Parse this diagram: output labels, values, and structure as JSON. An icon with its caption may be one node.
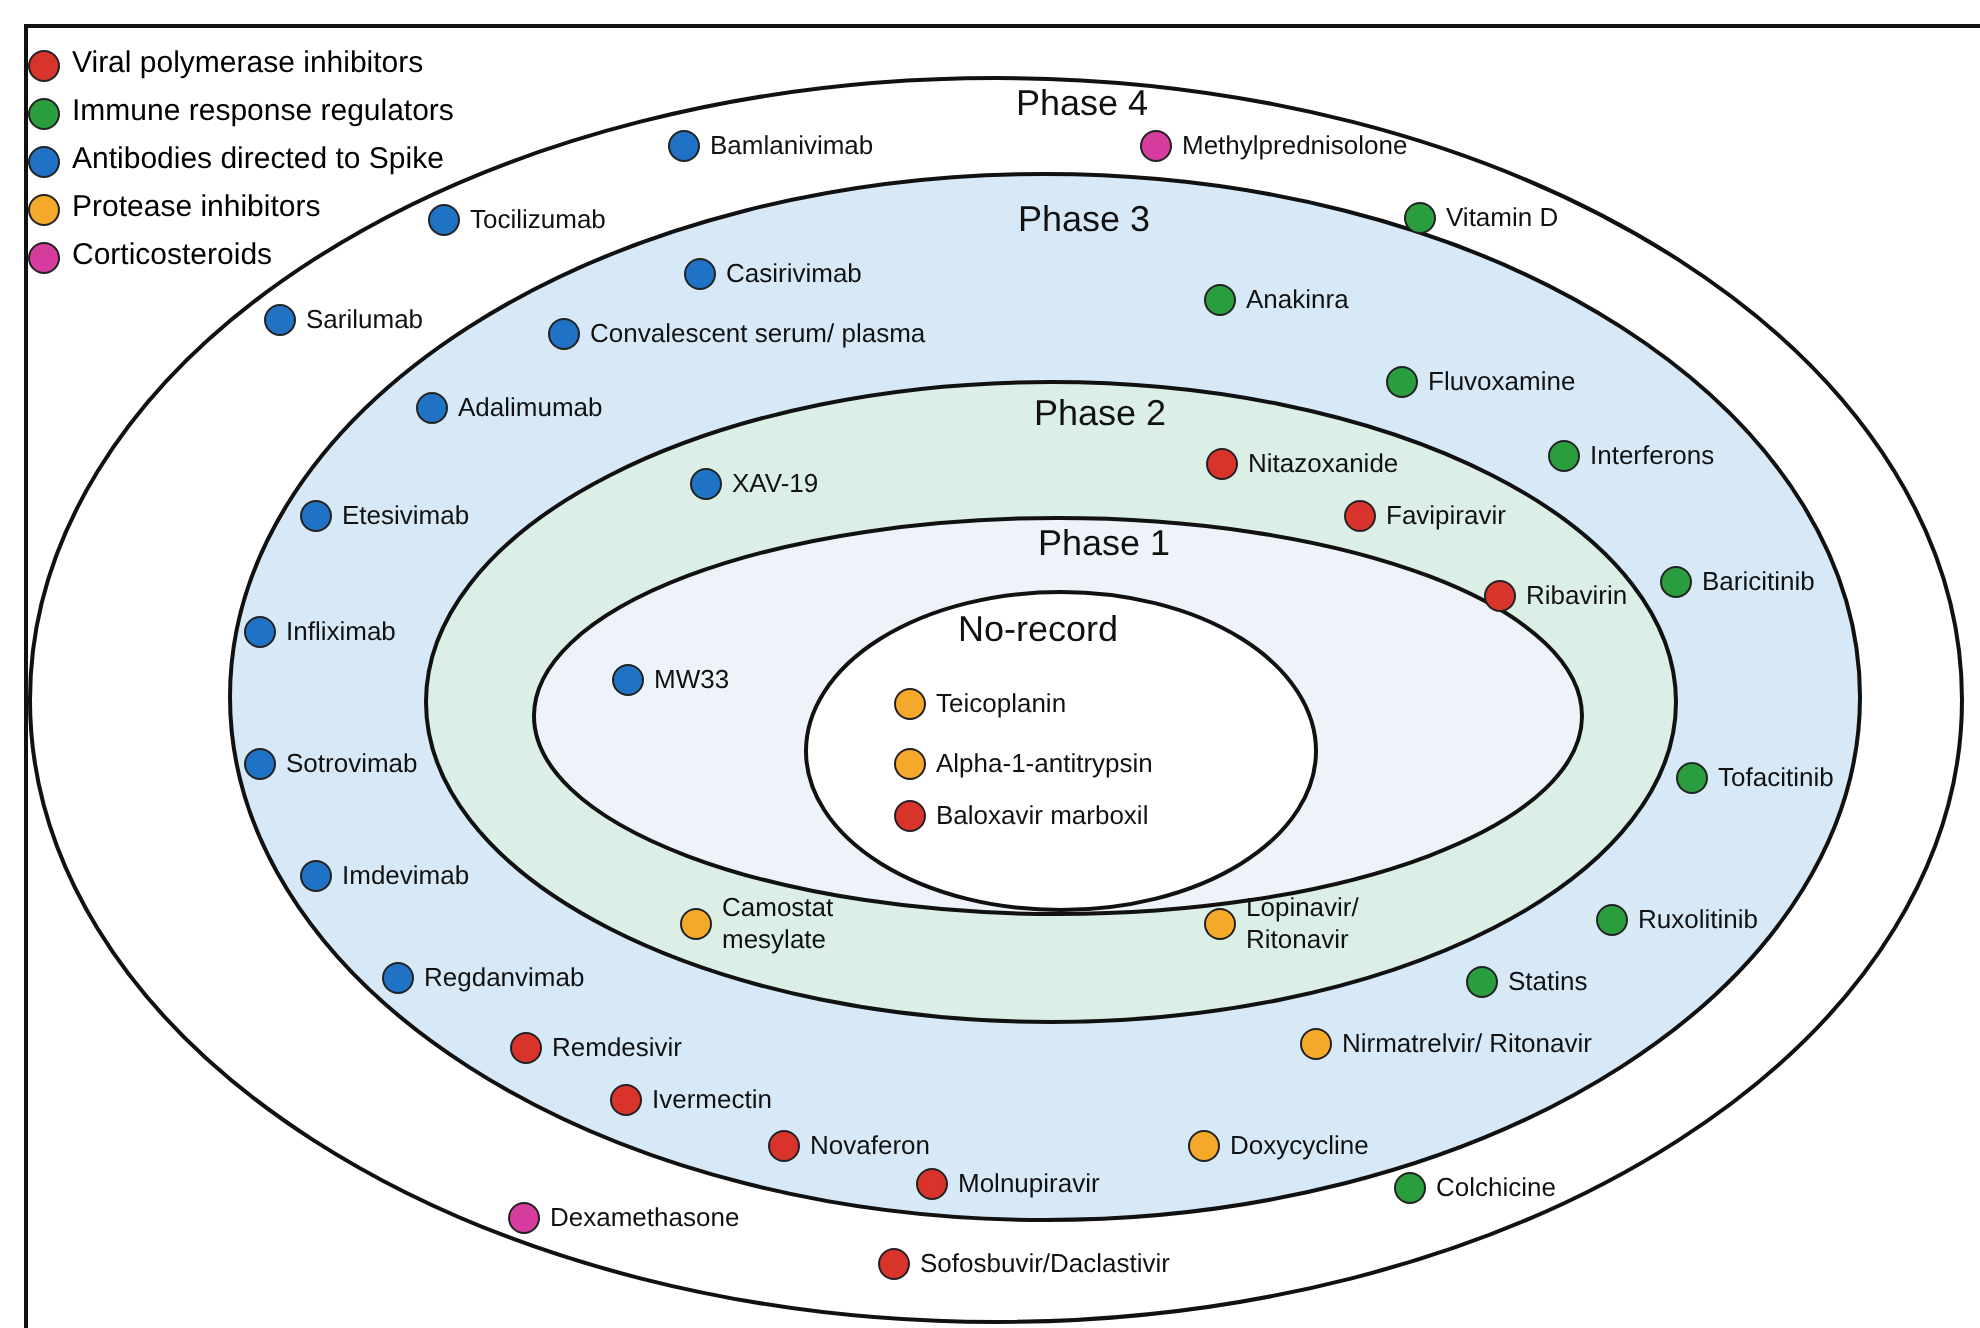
{
  "diagram": {
    "nodes": [
      {
        "text": [
          "Phase 4"
        ]
      },
      {
        "text": [
          "Phase 3"
        ],
        "in": 0
      },
      {
        "text": [
          "Phase 2"
        ],
        "in": 1
      },
      {
        "text": [
          "Phase 1"
        ],
        "in": 2
      },
      {
        "text": [
          "No-record"
        ],
        "in": 3
      },
      {
        "text": [
          "Bamlanivimab"
        ],
        "in": 0
      },
      {
        "text": [
          "Methylprednisolone"
        ],
        "in": 0
      },
      {
        "text": [
          "Tocilizumab"
        ],
        "in": 0
      },
      {
        "text": [
          "Vitamin D"
        ],
        "in": 0
      },
      {
        "text": [
          "Sarilumab"
        ],
        "in": 0
      },
      {
        "text": [
          "Dexamethasone"
        ],
        "in": 0
      },
      {
        "text": [
          "Colchicine"
        ],
        "in": 0
      },
      {
        "text": [
          "Sofosbuvir/Daclastivir"
        ],
        "in": 0
      },
      {
        "text": [
          "Casirivimab"
        ],
        "in": 1
      },
      {
        "text": [
          "Anakinra"
        ],
        "in": 1
      },
      {
        "text": [
          "Convalescent serum/ plasma"
        ],
        "in": 1
      },
      {
        "text": [
          "Fluvoxamine"
        ],
        "in": 1
      },
      {
        "text": [
          "Adalimumab"
        ],
        "in": 1
      },
      {
        "text": [
          "Interferons"
        ],
        "in": 1
      },
      {
        "text": [
          "Etesivimab"
        ],
        "in": 1
      },
      {
        "text": [
          "Baricitinib"
        ],
        "in": 1
      },
      {
        "text": [
          "Infliximab"
        ],
        "in": 1
      },
      {
        "text": [
          "Sotrovimab"
        ],
        "in": 1
      },
      {
        "text": [
          "Tofacitinib"
        ],
        "in": 1
      },
      {
        "text": [
          "Imdevimab"
        ],
        "in": 1
      },
      {
        "text": [
          "Ruxolitinib"
        ],
        "in": 1
      },
      {
        "text": [
          "Regdanvimab"
        ],
        "in": 1
      },
      {
        "text": [
          "Statins"
        ],
        "in": 1
      },
      {
        "text": [
          "Remdesivir"
        ],
        "in": 1
      },
      {
        "text": [
          "Nirmatrelvir/ Ritonavir"
        ],
        "in": 1
      },
      {
        "text": [
          "Ivermectin"
        ],
        "in": 1
      },
      {
        "text": [
          "Novaferon"
        ],
        "in": 1
      },
      {
        "text": [
          "Doxycycline"
        ],
        "in": 1
      },
      {
        "text": [
          "Molnupiravir"
        ],
        "in": 1
      },
      {
        "text": [
          "XAV-19"
        ],
        "in": 2
      },
      {
        "text": [
          "Nitazoxanide"
        ],
        "in": 2
      },
      {
        "text": [
          "Favipiravir"
        ],
        "in": 2
      },
      {
        "text": [
          "Ribavirin"
        ],
        "in": 2
      },
      {
        "text": [
          "Camostat mesylate"
        ],
        "in": 2
      },
      {
        "text": [
          "Lopinavir/ Ritonavir"
        ],
        "in": 2
      },
      {
        "text": [
          "MW33"
        ],
        "in": 3
      },
      {
        "text": [
          "Teicoplanin"
        ],
        "in": 4
      },
      {
        "text": [
          "Alpha-1-antitrypsin"
        ],
        "in": 4
      },
      {
        "text": [
          "Baloxavir marboxil"
        ],
        "in": 4
      }
    ],
    "legend": [
      {
        "text": "Viral polymerase inhibitors",
        "color": "#d8342b"
      },
      {
        "text": "Immune response regulators",
        "color": "#2a9d3f"
      },
      {
        "text": "Antibodies directed to Spike",
        "color": "#1f72c4"
      },
      {
        "text": "Protease inhibitors",
        "color": "#f4a92a"
      },
      {
        "text": "Corticosteroids",
        "color": "#d63c9e"
      }
    ]
  }
}
